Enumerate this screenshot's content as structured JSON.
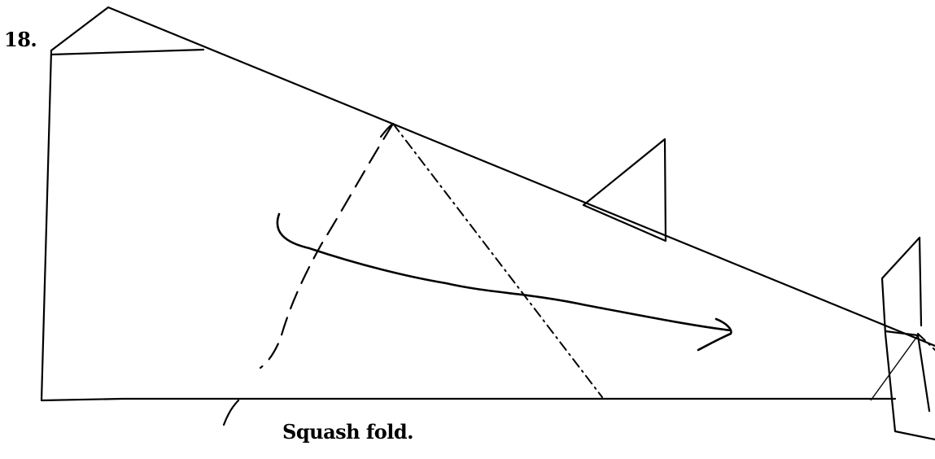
{
  "step": {
    "number": "18.",
    "caption": "Squash fold."
  },
  "diagram": {
    "fold_lines": [
      "valley-fold",
      "mountain-fold"
    ],
    "arrow": "squash-fold-arrow",
    "line_color": "#000000",
    "background": "#ffffff"
  }
}
